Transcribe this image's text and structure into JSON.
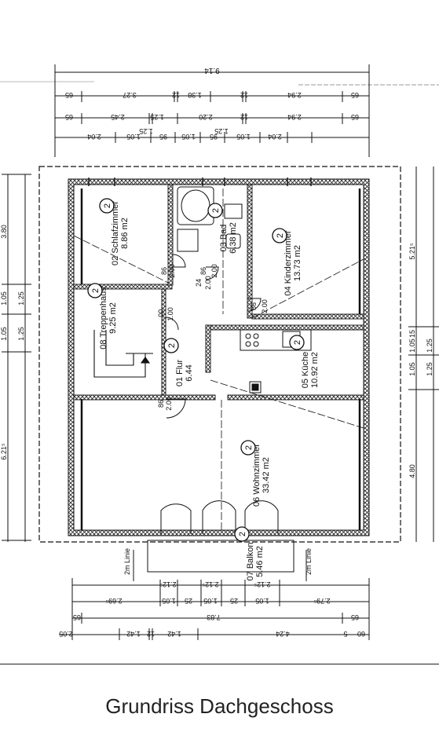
{
  "caption": "Grundriss Dachgeschoss",
  "rooms": [
    {
      "id": "02",
      "name": "Schlafzimmer",
      "area": "8.86 m2"
    },
    {
      "id": "03",
      "name": "Bad",
      "area": "6.38 m2"
    },
    {
      "id": "04",
      "name": "Kinderzimmer",
      "area": "13.73 m2"
    },
    {
      "id": "08",
      "name": "Treppenhaus",
      "area": "9.25 m2"
    },
    {
      "id": "01",
      "name": "Flur",
      "area": "6.44"
    },
    {
      "id": "05",
      "name": "Küche",
      "area": "10.92 m2"
    },
    {
      "id": "06",
      "name": "Wohnzimmer",
      "area": "33.42 m2"
    },
    {
      "id": "07",
      "name": "Balkon",
      "area": "5.46 m2"
    }
  ],
  "room_marker": "2",
  "door_labels": [
    "86",
    "2.00",
    "86",
    "2.00",
    "86",
    "2.00",
    ".00",
    "1.00",
    "24",
    "2.00",
    "86",
    "2.00"
  ],
  "dims_top": {
    "overall": "9.14",
    "row1": [
      "65",
      "3.27",
      "12",
      "1.38",
      "12",
      "2.94",
      "65"
    ],
    "row2": [
      "65",
      "2.45",
      "1.25",
      "2.20",
      "12",
      "2.94",
      "65"
    ],
    "row2b": [
      "1.25",
      "1.25"
    ],
    "row3": [
      "2.04",
      "1.05",
      "95",
      "1.05",
      "95",
      "1.05",
      "2.04"
    ]
  },
  "dims_right": [
    "5.21⁵",
    "15",
    "1.05",
    "1.25",
    "1.05",
    "1.25",
    "4.80"
  ],
  "dims_left": [
    "3.80",
    "1.05",
    "1.25",
    "1.05",
    "1.25",
    "6.21⁵"
  ],
  "dims_bottom": {
    "row1": [
      "2.12⁵",
      "2.12⁵",
      "2.12⁵"
    ],
    "row2": [
      "2.69⁵",
      "1.05",
      "25",
      "1.05",
      "25",
      "1.05",
      "2.79⁵"
    ],
    "row3": [
      "65",
      "7.83",
      "65"
    ],
    "row4": [
      "2.05",
      "1.42",
      "12",
      "1.42",
      "4.24",
      "5",
      "60"
    ]
  },
  "zm_line": "2m Linie"
}
